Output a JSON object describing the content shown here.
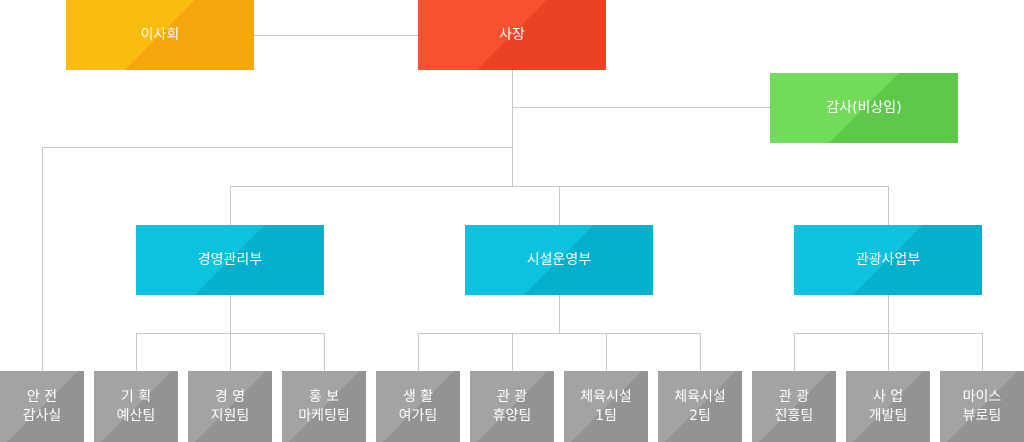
{
  "top": {
    "board": "이사회",
    "president": "사장",
    "auditor": "감사(비상임)"
  },
  "departments": [
    {
      "label": "경영관리부",
      "teams": [
        "기  획\n예산팀",
        "경  영\n지원팀",
        "홍  보\n마케팅팀"
      ]
    },
    {
      "label": "시설운영부",
      "teams": [
        "생  활\n여가팀",
        "관  광\n휴양팀",
        "체육시설\n1팀",
        "체육시설\n2팀"
      ]
    },
    {
      "label": "관광사업부",
      "teams": [
        "관  광\n진흥팀",
        "사  업\n개발팀",
        "마이스\n뷰로팀"
      ]
    }
  ],
  "safety_team": "안  전\n감사실",
  "colors": {
    "board": "#f7ad10",
    "president": "#f0492b",
    "auditor": "#66d152",
    "department": "#0ab8d6",
    "team": "#999999",
    "line": "#c8c8c8"
  }
}
